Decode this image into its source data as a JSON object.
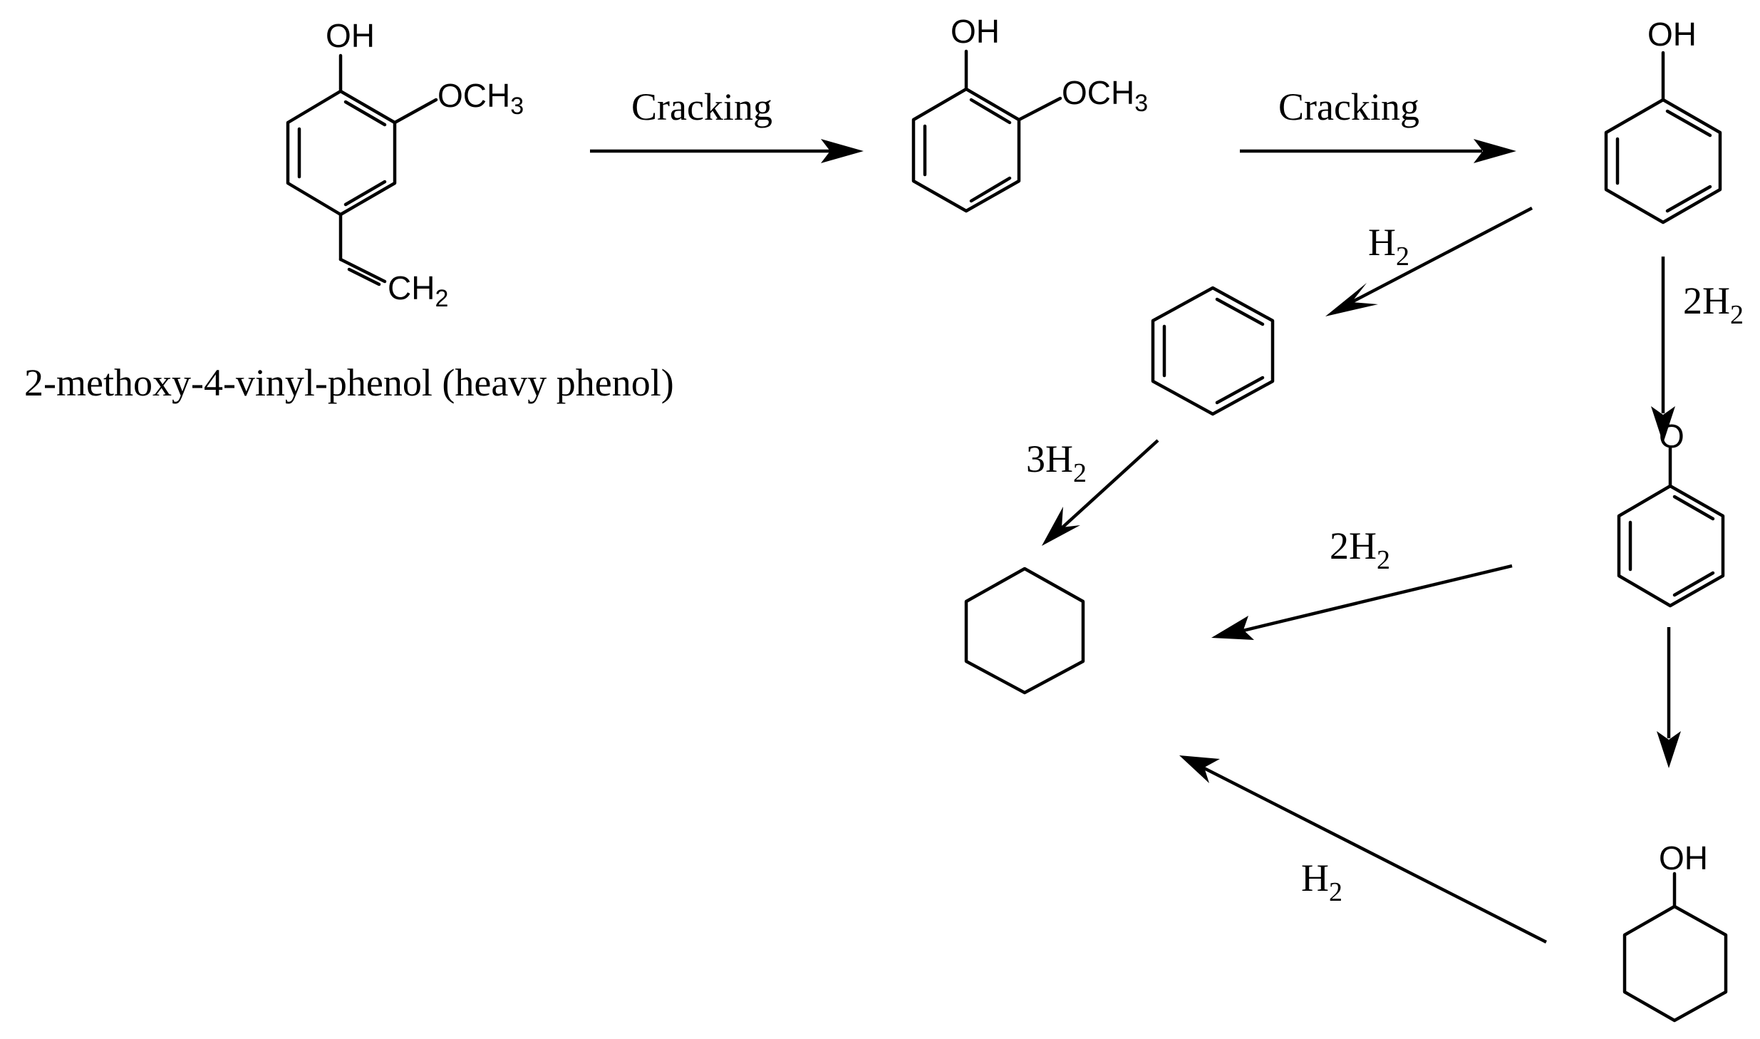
{
  "compounds": {
    "vinyl_guaiacol": {
      "oh": "OH",
      "methoxy": "OCH",
      "methoxy_sub": "3",
      "vinyl": "CH",
      "vinyl_sub": "2",
      "caption": "2-methoxy-4-vinyl-phenol (heavy phenol)"
    },
    "guaiacol": {
      "oh": "OH",
      "methoxy": "OCH",
      "methoxy_sub": "3"
    },
    "phenol": {
      "oh": "OH"
    },
    "cyclohexanone": {
      "o": "O"
    },
    "cyclohexanol": {
      "oh": "OH"
    }
  },
  "reagents": {
    "cracking_1": "Cracking",
    "cracking_2": "Cracking",
    "phenol_to_benzene": {
      "text": "H",
      "sub": "2"
    },
    "phenol_to_cyclohexanone": {
      "text": "2H",
      "sub": "2"
    },
    "benzene_to_cyclohexane": {
      "text": "3H",
      "sub": "2"
    },
    "cyclohexanone_to_cyclohexane": {
      "text": "2H",
      "sub": "2"
    },
    "cyclohexanol_to_cyclohexane": {
      "text": "H",
      "sub": "2"
    }
  }
}
